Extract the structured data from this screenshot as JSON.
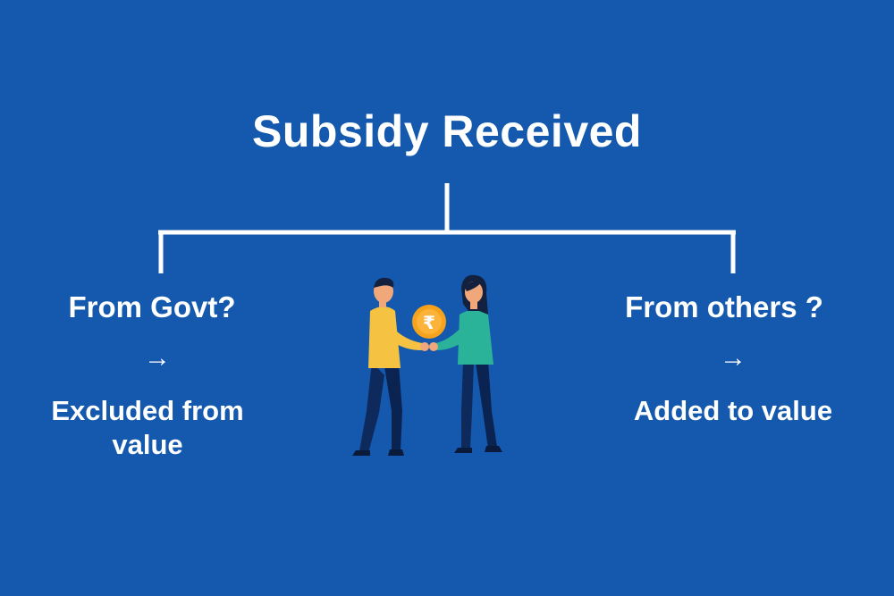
{
  "title": "Subsidy Received",
  "colors": {
    "background": "#1459AD",
    "text": "#FFFFFF",
    "man_shirt": "#F5C242",
    "woman_shirt": "#2BB39A",
    "trousers": "#0E2A5C",
    "coin": "#F7A21B",
    "skin": "#F0A77A"
  },
  "branches": {
    "left": {
      "question": "From Govt?",
      "arrow": "→",
      "result": "Excluded from value"
    },
    "right": {
      "question": "From others ?",
      "arrow": "→",
      "result": "Added to value"
    }
  },
  "illustration": {
    "coin_symbol": "₹"
  }
}
